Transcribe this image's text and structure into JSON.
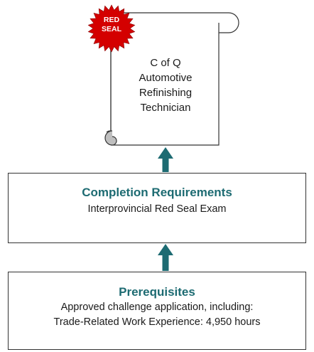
{
  "colors": {
    "title": "#1d6b72",
    "arrow": "#1d6b72",
    "seal": "#d40000",
    "border": "#333333",
    "scroll_curl": "#bfbfbf"
  },
  "certificate": {
    "lines": [
      "C of Q",
      "Automotive",
      "Refinishing",
      "Technician"
    ],
    "seal_lines": [
      "RED",
      "SEAL"
    ]
  },
  "completion": {
    "title": "Completion Requirements",
    "line": "Interprovincial Red Seal Exam"
  },
  "prerequisites": {
    "title": "Prerequisites",
    "line1": "Approved challenge application, including:",
    "line2": "Trade-Related Work Experience: 4,950 hours"
  },
  "icons": [
    "scroll-icon",
    "red-seal-badge",
    "up-arrow-icon"
  ]
}
